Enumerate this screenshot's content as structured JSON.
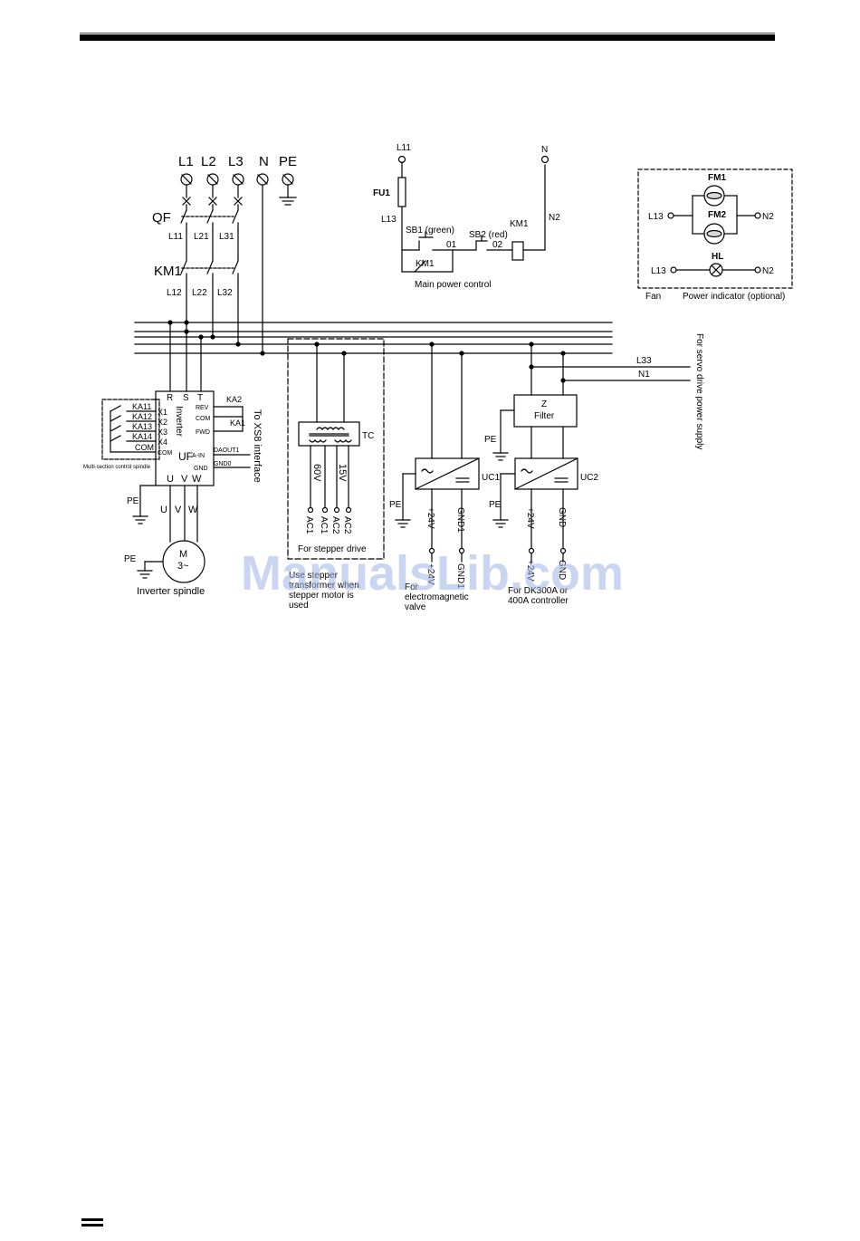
{
  "power_inputs": [
    "L1",
    "L2",
    "L3",
    "N",
    "PE"
  ],
  "breaker": {
    "ref": "QF",
    "outputs": [
      "L11",
      "L21",
      "L31"
    ]
  },
  "contactor": {
    "ref": "KM1",
    "outputs": [
      "L12",
      "L22",
      "L32"
    ]
  },
  "inverter": {
    "title": "Inverter",
    "terminals_top": [
      "R",
      "S",
      "T"
    ],
    "terminals_left": [
      "X1",
      "X2",
      "X3",
      "X4",
      "COM"
    ],
    "terminals_right": [
      "REV",
      "COM",
      "FWD",
      "A-IN",
      "GND"
    ],
    "center_label": "UF",
    "outputs": [
      "U",
      "V",
      "W"
    ],
    "relays": [
      "KA11",
      "KA12",
      "KA13",
      "KA14"
    ],
    "relay_com": "COM",
    "multi_section_label": "Multi-section control spindle",
    "ka_right": [
      "KA2",
      "KA1"
    ],
    "signal_labels": [
      "DAOUT1",
      "GND0"
    ],
    "interface_label": "To XS8 interface"
  },
  "spindle": {
    "motor_lines": [
      "M",
      "3~"
    ],
    "label": "Inverter spindle",
    "pe": "PE"
  },
  "pe_label": "PE",
  "main_control": {
    "supply_top": "L11",
    "neutral_top": "N",
    "fuse": "FU1",
    "after_fuse": "L13",
    "sb1": "SB1 (green)",
    "sb2": "SB2 (red)",
    "coil": "KM1",
    "aux_contact": "KM1",
    "wire_01": "01",
    "wire_02": "02",
    "n2": "N2",
    "caption": "Main power control"
  },
  "fan_panel": {
    "fans": [
      "FM1",
      "FM2"
    ],
    "lamp": "HL",
    "in_label": "L13",
    "out_label": "N2",
    "fan_caption": "Fan",
    "indicator_caption": "Power indicator (optional)"
  },
  "transformer": {
    "ref": "TC",
    "voltages": [
      "60V",
      "15V"
    ],
    "terminals": [
      "AC1",
      "AC1",
      "AC2",
      "AC2"
    ],
    "box_caption": "For stepper drive",
    "note_lines": [
      "Use stepper",
      "transformer when",
      "stepper motor is",
      "used"
    ]
  },
  "uc1": {
    "ref": "UC1",
    "terminals": [
      "+24V",
      "GND1"
    ],
    "note_lines": [
      "For",
      "electromagnetic",
      "valve"
    ]
  },
  "servo_feed": {
    "lines": [
      "L33",
      "N1"
    ],
    "caption": "For servo drive power supply"
  },
  "filter": {
    "ref": "Z",
    "label": "Filter"
  },
  "uc2": {
    "ref": "UC2",
    "terminals": [
      "+24V",
      "GND"
    ],
    "note_lines": [
      "For DK300A or",
      "400A controller"
    ]
  },
  "watermark": "ManualsLib.com",
  "colors": {
    "ink": "#000000",
    "watermark": "#9fb4e6",
    "background": "#ffffff"
  }
}
